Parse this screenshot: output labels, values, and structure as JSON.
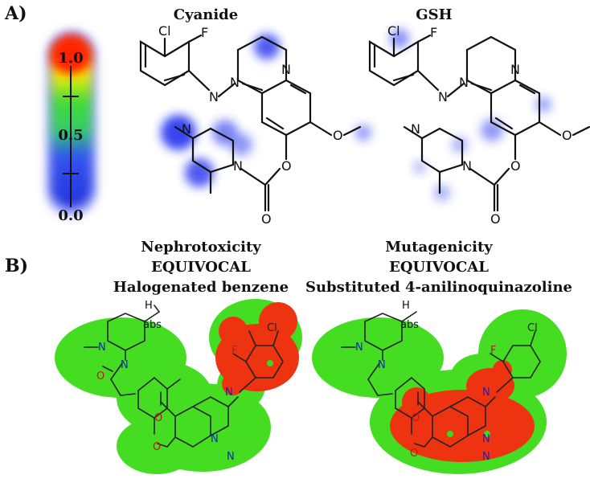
{
  "panel_a": {
    "label": "A)",
    "scale": {
      "top": "1.0",
      "mid": "0.5",
      "bottom": "0.0"
    },
    "titles": {
      "left": "Cyanide",
      "right": "GSH"
    }
  },
  "panel_b": {
    "label": "B)",
    "left": {
      "line1": "Nephrotoxicity",
      "line2": "EQUIVOCAL",
      "line3": "Halogenated benzene"
    },
    "right": {
      "line1": "Mutagenicity",
      "line2": "EQUIVOCAL",
      "line3": "Substituted 4-anilinoquinazoline"
    }
  },
  "atoms": {
    "cl": "Cl",
    "f": "F",
    "n": "N",
    "o": "O",
    "h": "H",
    "abs": "abs"
  },
  "colors": {
    "green": "#33dd22",
    "red": "#ee2200",
    "blue": "#2233ee",
    "heat_red": "#ff2200",
    "heat_yellow": "#ffee00"
  }
}
